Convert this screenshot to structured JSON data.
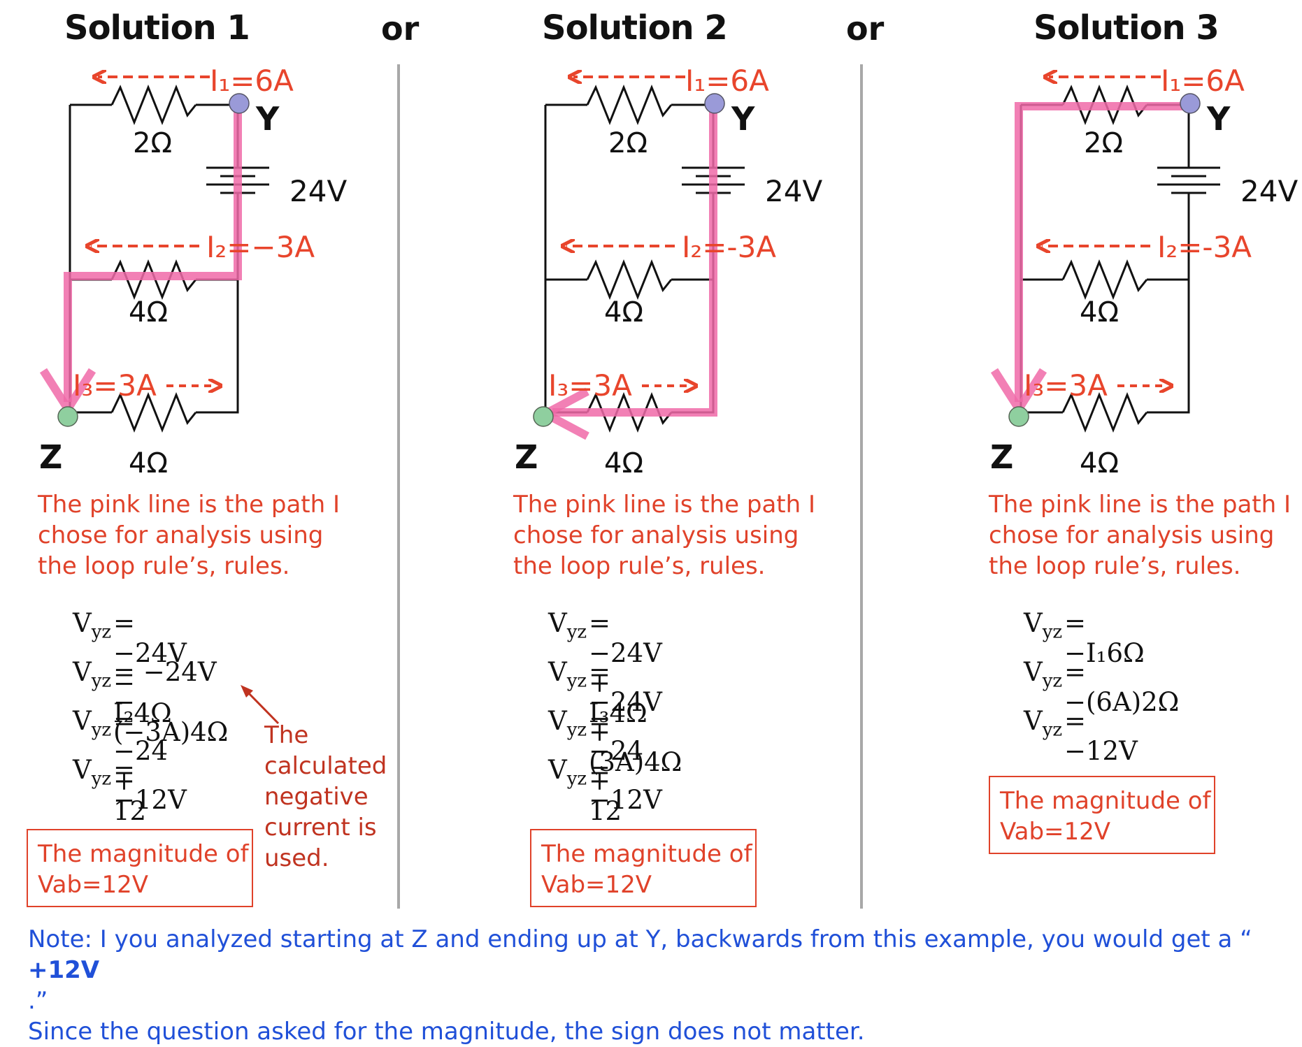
{
  "titles": [
    "Solution 1",
    "Solution 2",
    "Solution 3"
  ],
  "or_label": "or",
  "circuit_labels": {
    "i1": "I₁=6A",
    "i2_sol1": "I₂=−3A",
    "i2": "I₂=-3A",
    "i3": "I₃=3A",
    "r1": "2Ω",
    "r2": "4Ω",
    "r3": "4Ω",
    "battery": "24V",
    "node_y": "Y",
    "node_z": "Z"
  },
  "description": [
    "The pink line is the path I",
    "chose for analysis using",
    "the loop rule’s, rules."
  ],
  "sol1_eq": [
    {
      "lhs": "V",
      "sub": "yz",
      "rhs": "= −24V − I₂4Ω"
    },
    {
      "lhs": "V",
      "sub": "yz",
      "rhs": "= −24V − (−3A)4Ω"
    },
    {
      "lhs": "V",
      "sub": "yz",
      "rhs": "= −24 + 12"
    },
    {
      "lhs": "V",
      "sub": "yz",
      "rhs": "= −12V"
    }
  ],
  "sol2_eq": [
    {
      "lhs": "V",
      "sub": "yz",
      "rhs": "= −24V + I₃4Ω"
    },
    {
      "lhs": "V",
      "sub": "yz",
      "rhs": "= −24V + (3A)4Ω"
    },
    {
      "lhs": "V",
      "sub": "yz",
      "rhs": "= −24 + 12"
    },
    {
      "lhs": "V",
      "sub": "yz",
      "rhs": "= −12V"
    }
  ],
  "sol3_eq": [
    {
      "lhs": "V",
      "sub": "yz",
      "rhs": "= −I₁6Ω"
    },
    {
      "lhs": "V",
      "sub": "yz",
      "rhs": "= −(6A)2Ω"
    },
    {
      "lhs": "V",
      "sub": "yz",
      "rhs": "= −12V"
    }
  ],
  "sol1_note": [
    "The",
    "calculated",
    "negative",
    "current is",
    "used."
  ],
  "magnitude_box": [
    "The magnitude of",
    "Vab=12V"
  ],
  "footnote": {
    "line1_pre": "Note: I you analyzed starting at Z and ending up at Y, backwards from this example, you would get a “",
    "line1_bold": "+12V",
    "line1_post": ".”",
    "line2": "Since the question asked for the magnitude, the sign does not matter."
  },
  "colors": {
    "current_arrow": "#e8452c",
    "path": "#f06aa8",
    "wire": "#111111",
    "text_red": "#e0422a",
    "note_blue": "#2050d8",
    "separator": "#a8a8a8"
  }
}
